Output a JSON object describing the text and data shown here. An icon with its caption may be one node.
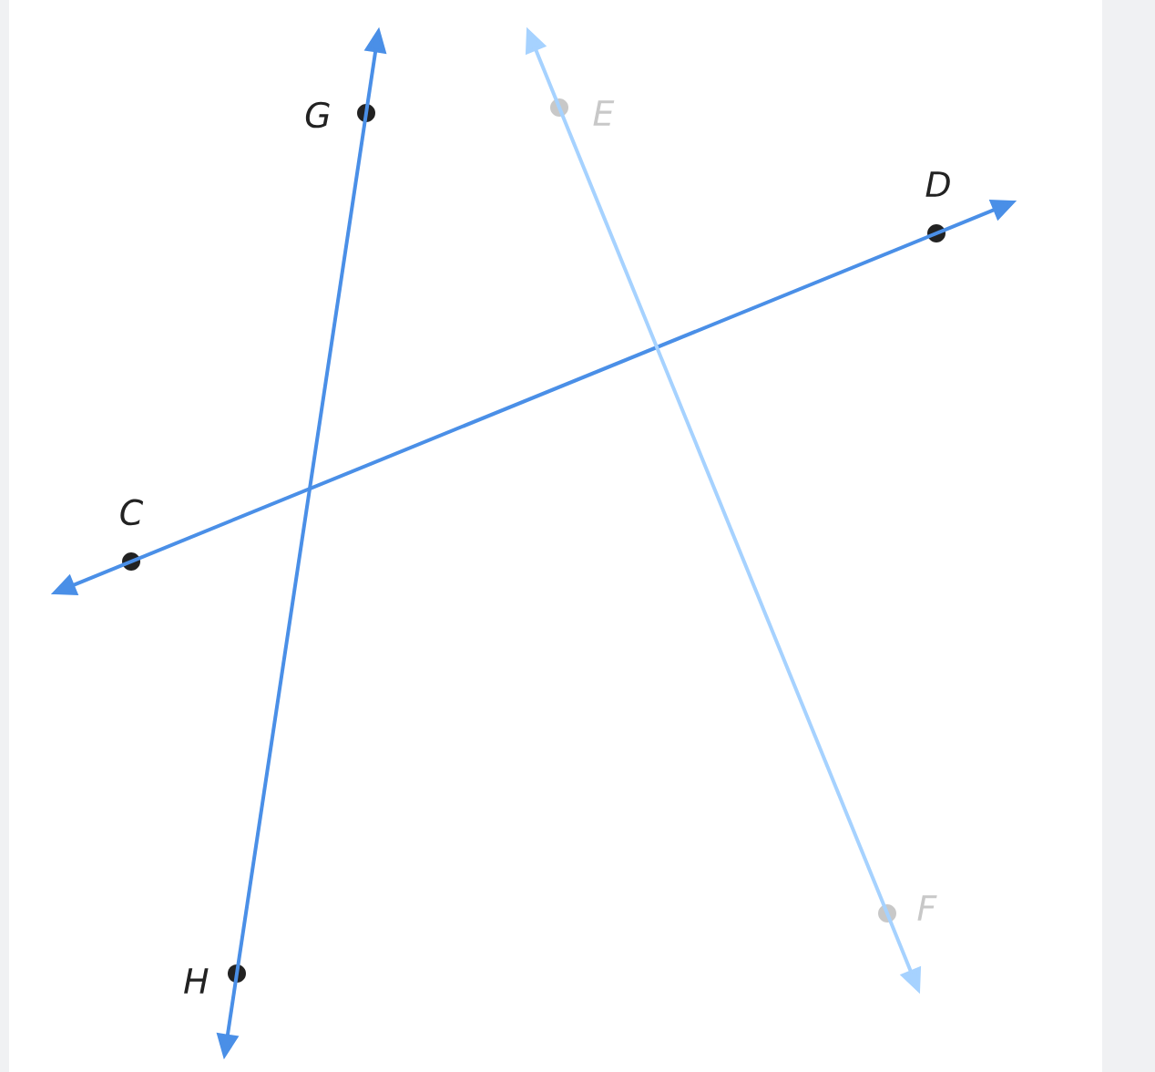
{
  "diagram": {
    "nodes": [
      {
        "text": [
          "G"
        ]
      },
      {
        "text": [
          "E"
        ]
      },
      {
        "text": [
          "D"
        ]
      },
      {
        "text": [
          "C"
        ]
      },
      {
        "text": [
          "F"
        ]
      },
      {
        "text": [
          "H"
        ]
      }
    ],
    "edges": [
      {
        "from": 0,
        "to": 5,
        "arrow": "both"
      },
      {
        "from": 3,
        "to": 2,
        "arrow": "both"
      },
      {
        "from": 1,
        "to": 4,
        "arrow": "both",
        "color": "#a6d2ff"
      }
    ]
  }
}
